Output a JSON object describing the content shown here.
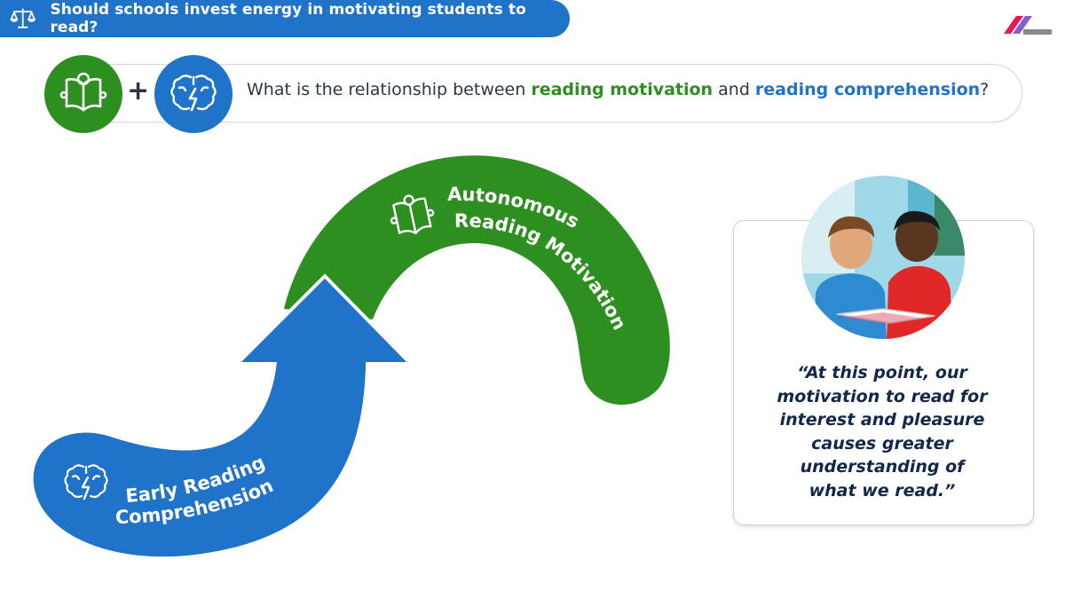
{
  "header": {
    "title": "Should schools invest energy in motivating students to read?",
    "icon": "scale-icon",
    "color": "#1f73c8"
  },
  "logo": {
    "icon": "brand-logo",
    "colors": [
      "#e8195a",
      "#7c4dcc",
      "#8a8a8a"
    ]
  },
  "question": {
    "prefix": "What is the relationship between ",
    "term1": "reading motivation",
    "middle": " and ",
    "term2": "reading comprehension",
    "suffix": "?",
    "icons": [
      "book-icon",
      "brain-icon"
    ],
    "plus": "+"
  },
  "diagram": {
    "stage1": {
      "line1": "Early Reading",
      "line2": "Comprehension",
      "icon": "brain-icon",
      "color": "#1f73c8"
    },
    "stage2": {
      "line1": "Autonomous",
      "line2": "Reading Motivation",
      "icon": "book-icon",
      "color": "#2c8f1f"
    }
  },
  "quote": {
    "lines": [
      "“At this point, our",
      "motivation to read for",
      "interest and pleasure",
      "causes greater",
      "understanding of",
      "what we read.”"
    ],
    "photo": "students-reading-photo"
  },
  "colors": {
    "green": "#2c8f1f",
    "blue": "#1f73c8",
    "text": "#2d3644",
    "quote": "#12284a"
  }
}
